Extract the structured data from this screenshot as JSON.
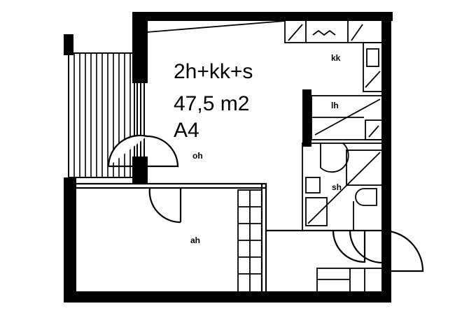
{
  "plan": {
    "type_label": "2h+kk+s",
    "area_label": "47,5 m2",
    "unit_label": "A4",
    "rooms": {
      "kitchen": "kk",
      "living_room": "oh",
      "bedroom": "ah",
      "bathroom": "sh",
      "closet": "lh"
    }
  }
}
